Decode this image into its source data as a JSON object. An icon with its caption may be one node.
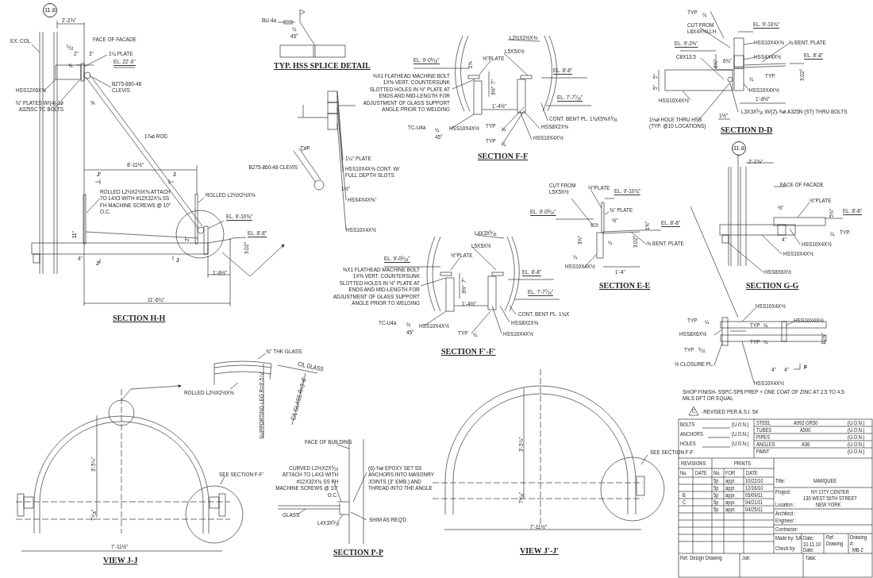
{
  "diagram": {
    "labels": [
      "11.8",
      "2'-2⅞\"",
      "EX. COL.",
      "FACE OF FACADE",
      "⁵⁄₁₆",
      "2\"",
      "3\"",
      "1¼ PLATE",
      "⅜",
      "EL. 22'-0\"",
      "HSS12X6X⅝",
      "¾\" PLATES W/(4)-1ø A325SC TC BOLTS",
      "B275-860-48 CLEVIS",
      "⅝",
      "1⅞ø ROD",
      "8'-11½\"",
      "J'",
      "J",
      "ROLLED L2½X2½X⅜ ATTACH TO L4X3 WITH #12X32X¾ SS FH MACHINE SCREWS @ 10\" O.C.",
      "ROLLED L2½X2½X⅜",
      "EL. 9'-10¾\"",
      "11\"",
      "2\"",
      "EL. 8'-8\"",
      "3.02°",
      "4\"",
      "J'",
      "J",
      "1'-8½\"",
      "11'-6¾\"",
      "SECTION H-H",
      "BU-4a",
      "¼",
      "45°",
      "TYP. HSS SPLICE DETAIL",
      "L2½X2½X⅜",
      "L5X5X½",
      "EL. 9'-0⁵⁄₁₆\"",
      "2⅝",
      "½\"PLATE",
      "EL. 8'-8\"",
      "7\"",
      "3½\"",
      "⅜X1 FLATHEAD MACHINE BOLT 1X⅝ VERT. COUNTERSUNK SLOTTED HOLES IN ½\" PLATE AT ENDS AND MID-LENGTH FOR ADJUSTMENT OF GLASS SUPPORT ANGLE PRIOR TO WELDING",
      "EL. 7'-7⁷⁄₁₆\"",
      "1'-4½\"",
      "CONT. BENT PL. 1¾X5⅝X⁵⁄₁₆",
      "TC-U4a",
      "¼",
      "HSS10X4X½",
      "TYP",
      "¼",
      "HSS8X2X⅜",
      "45°",
      "TYP",
      "¼",
      "HSS10X4X½",
      "SECTION F-F",
      "TYP.",
      "B275-860-48 CLEVIS",
      "1¼\" PLATE",
      "HSS10X4X⅜ CONT. W/ FULL DEPTH SLOTS",
      "1½\"",
      "HSS4X4X⅜\"",
      "HSS10X4X½",
      "L4X3X⁵⁄₁₆",
      "L5X5X½",
      "½\"PLATE",
      "EL. 9'-0⁵⁄₁₆\"",
      "EL. 8'-8\"",
      "7\"",
      "3½\"",
      "⅜X1 FLATHEAD MACHINE BOLT 1X⅝ VERT. COUNTERSUNK SLOTTED HOLES IN ½\" PLATE AT ENDS AND MID-LENGTH FOR ADJUSTMENT OF GLASS SUPPORT ANGLE PRIOR TO WELDING",
      "EL. 7'-7⁷⁄₁₆\"",
      "1'-4½\"",
      "CONT. BENT PL. 1¾X",
      "TC-U4a",
      "¼",
      "HSS10X4X½",
      "HSS8X2X⅜",
      "45°",
      "TYP",
      "¼",
      "HSS10X4X½",
      "SECTION F'-F'",
      "TYP",
      "¼",
      "CUT FROM L8X4X½LLH",
      "EL. 9'-10¾\"",
      "EL. 9'-2⅜\"",
      "HSS10X4X⅜",
      "¾ BENT. PLATE",
      "C8X13.5",
      "6¾\"",
      "6⅜\"",
      "HSS4X4X½",
      "EL. 8'-8\"",
      "5\"",
      "5\"",
      "3.02°",
      "¼",
      "TYP.",
      "HSS10X4X½",
      "HSS10X4X½",
      "1'-8½\"",
      "1½\"",
      "L3X3X⁵⁄₁₆ W/(2)-⅝ø A325N (ST) THRU BOLTS",
      "1⅛ø HOLE THRU HSS (TYP. @10 LOCATIONS)",
      "SECTION D-D",
      "CUT FROM L5X5X½",
      "½\"PLATE",
      "EL. 9'-10¾\"",
      "EL. 9'-0⁵⁄₁₆\"",
      "¾\" PLATE",
      "½\"",
      "1⅝\"",
      "EL. 8'-8\"",
      "3⅜\"",
      "¼",
      "3.02°",
      "¾ BENT. PLATE",
      "¼",
      "HSS10X4X½",
      "1'-4\"",
      "SECTION E-E",
      "11.8",
      "2'-2⅞\"",
      "FACE OF FACADE",
      "½\"PLATE",
      "½\"",
      "5⅜\"",
      "EL. 8'-8\"",
      "¼",
      "TYP.",
      "4\"",
      "HSS10X4X½",
      "HSS10X4X½",
      "HSS8X6X½",
      "SECTION G-G",
      "HSS10X4X½",
      "TYP",
      "¼",
      "TYP",
      "¼",
      "HSS10X4X½",
      "HSS8X6X½",
      "TYP",
      "¼",
      "TYP",
      "⁵⁄₁₆",
      "½ CLOSURE PL.",
      "10⅝\"",
      "4\"",
      "4\"",
      "F",
      "HSS10X4X½",
      "¾\" THK GLASS",
      "C/L GLASS",
      "ROLLED L2½X2½X⅜",
      "SUPPORTING LEG R=3'-5⅞\"",
      "C/L GLASS R=3'-6\"",
      "3'-5⅞\"",
      "7⁵⁄₁₆\"",
      "SEE SECTION F-F'",
      "7'-11½\"",
      "VIEW J-J",
      "FACE OF BUILDING",
      "CURVED L2½X2X⁵⁄₁₆ ATTACH TO L4X3 WITH #12X32X¾ SS FH MACHINE SCREWS @ 10\" O.C.",
      "GLASS",
      "L4X3X⁵⁄₁₆",
      "(6)-⅜ø EPOXY SET SS ANCHORS INTO MASONRY JOINTS (3\" EMB.) AND THREAD INTO THE ANGLE",
      "SHIM AS REQ'D",
      "SECTION P-P",
      "3'-5⅞\"",
      "7⁵⁄₁₆\"",
      "SEE SECTION F-F",
      "7'-11½\"",
      "VIEW J'-J'",
      "SHOP FINISH- SSPC-SP6 PREP + ONE COAT OF ZINC AT 2.5 TO 4.5 MILS DFT OR EQUAL",
      "C",
      "-REVISED PER A.S.I. 54",
      "BOLTS",
      "(U.O.N.)",
      "ANCHORS",
      "(U.O.N.)",
      "HOLES",
      "(U.O.N.)",
      "STEEL",
      "A992 GR50",
      "(U.O.N.)",
      "TUBES",
      "A500",
      "(U.O.N.)",
      "PIPES",
      "(U.O.N.)",
      "ANGLES",
      "A36",
      "(U.O.N.)",
      "PAINT",
      "(U.O.N.)",
      "REVISIONS",
      "PRINTS",
      "No.",
      "DATE",
      "No.",
      "FOR",
      "DATE",
      "5p",
      "appr.",
      "10/22/10",
      "5p",
      "appr.",
      "12/16/10",
      "B",
      "5p",
      "appr.",
      "05/09/11",
      "C",
      "5p",
      "appr.",
      "04/21/11",
      "5p",
      "appr.",
      "04/25/11",
      "Title:",
      "MARQUEE",
      "Project:",
      "NY CITY CENTER",
      "130 WEST 56TH STREET",
      "Location :",
      "NEW YORK",
      "Architect :",
      "Engineer :",
      "Contractor:",
      "Made by: SA",
      "Date:",
      "10.11.10",
      "Ref. Drawing",
      "Drawing #:",
      "MB-2",
      "Check by:",
      "Date:",
      "Ref. Design Drawing",
      "Job:",
      "Task:"
    ]
  }
}
